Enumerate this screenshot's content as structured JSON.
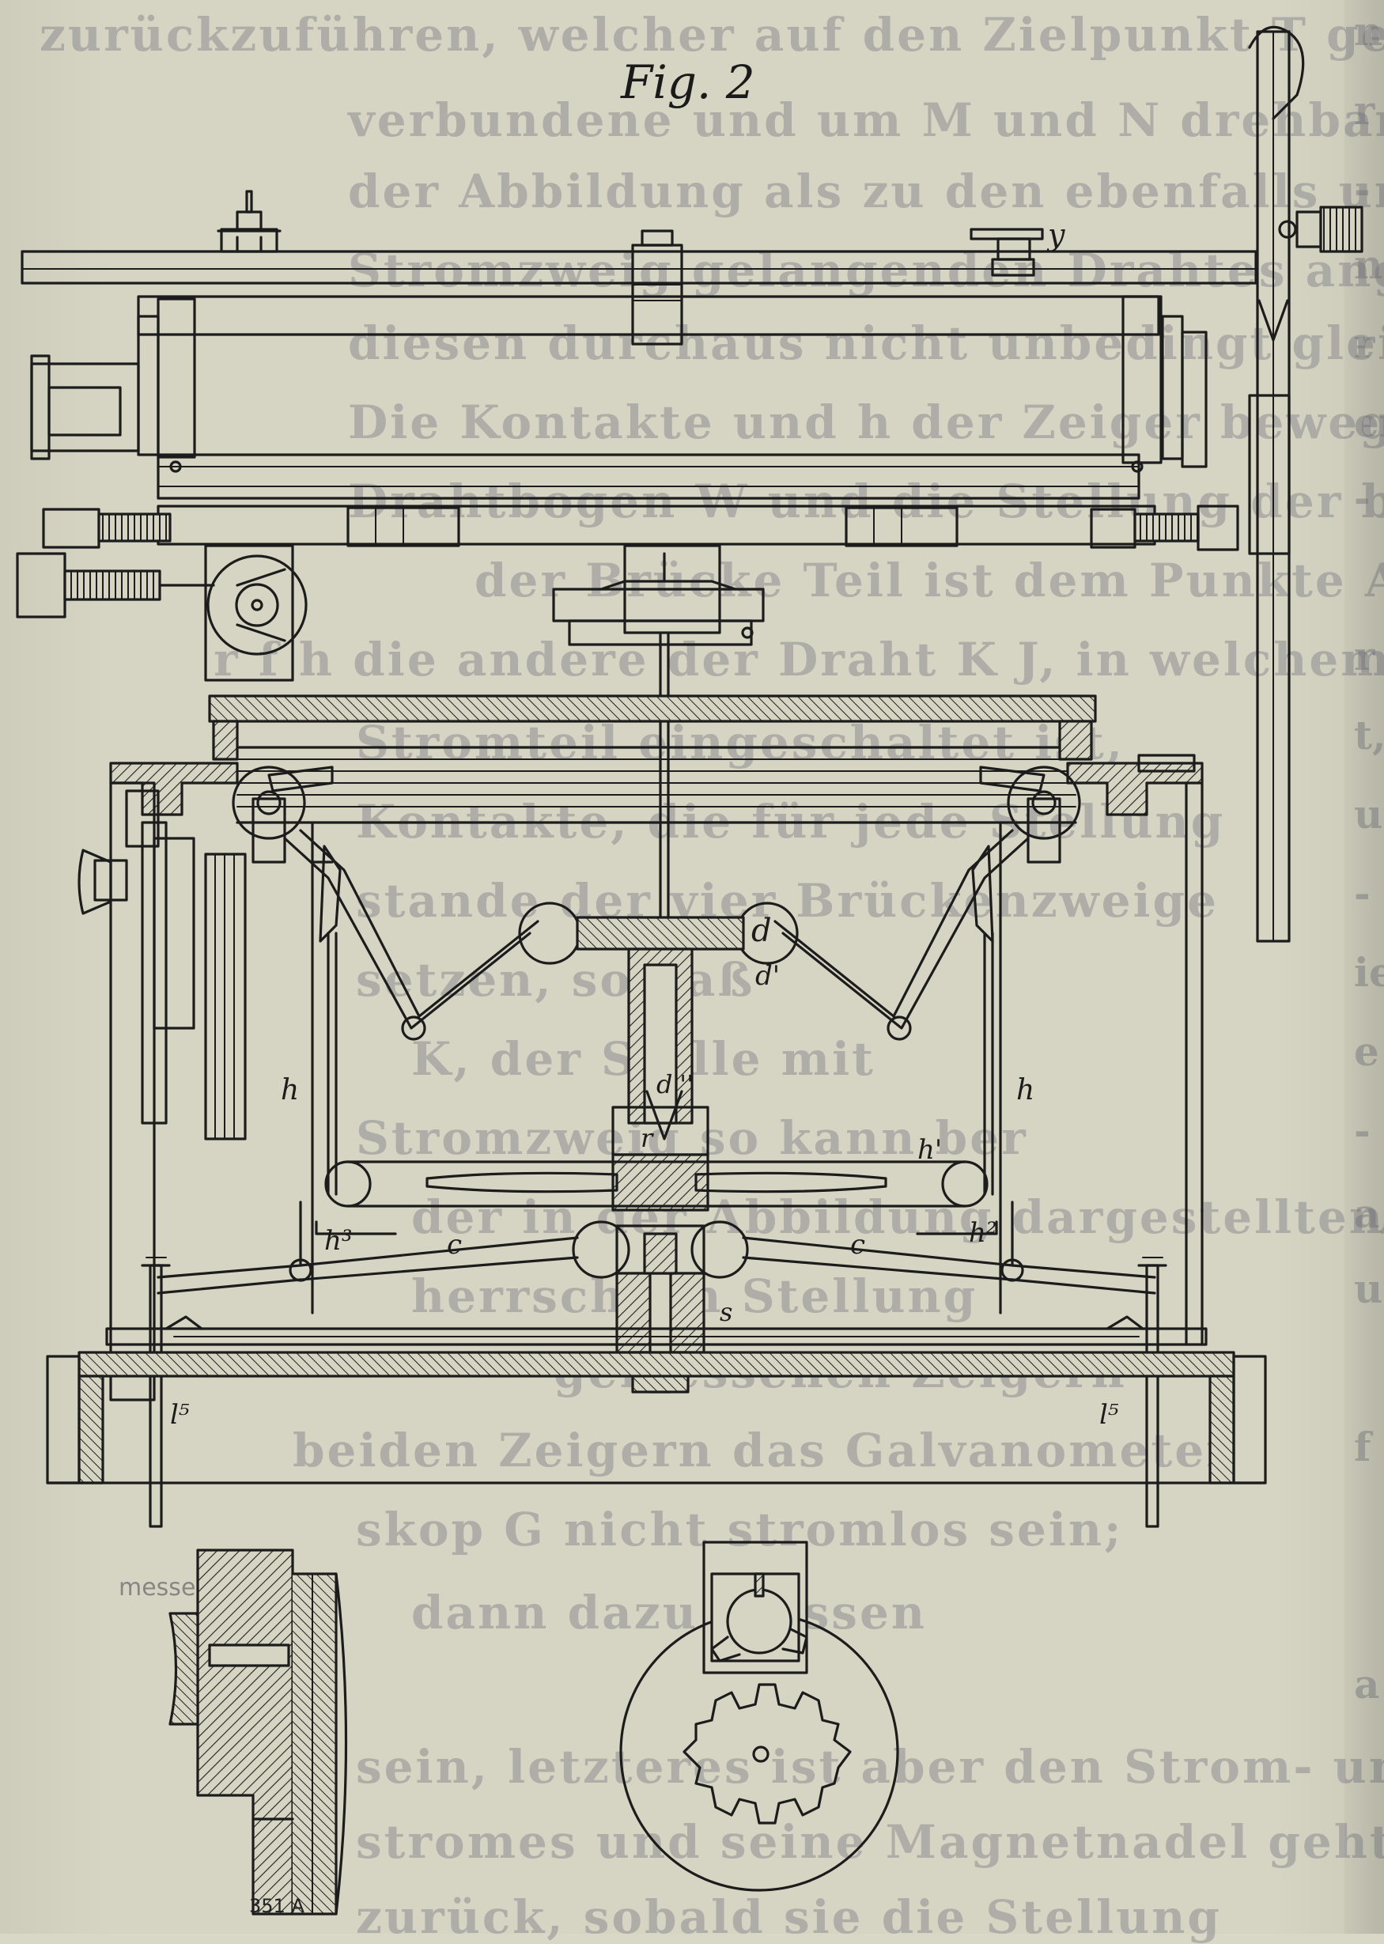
{
  "figure": {
    "title": "Fig. 2",
    "stamp": "351 A",
    "side_note": "messer"
  },
  "labels": {
    "y": "y",
    "d": "d",
    "d_prime": "d'",
    "d_triple": "d'''",
    "r": "r",
    "h_left": "h",
    "h_right": "h",
    "h1": "h'",
    "h3": "h³",
    "h2": "h²",
    "c_left": "c",
    "c_right": "c",
    "s": "s",
    "l5_left": "l⁵",
    "l5_right": "l⁵"
  },
  "ghost_text": [
    "zurückzuführen, welcher auf den Zielpunkt T gerich-",
    "verbundene und um M und N drehbare Zeiger",
    "der Abbildung als zu den ebenfalls um M und N",
    "Stromzweig gelangenden Drahtes angeordnet sind,",
    "diesen durchaus nicht unbedingt gleichgerichtet,",
    "Die Kontakte und h der Zeiger bewegen sich",
    "Drahtbogen W und die Stellung der beiden",
    "der Brücke Teil ist dem Punkte A",
    "r f h die andere der Draht K J, in welchem",
    "Stromteil eingeschaltet ist,",
    "Kontakte, die für jede Stellung",
    "stande der vier Brückenzweige",
    "setzen, so daß",
    "K, der Stelle mit",
    "Stromzweig so kann ber",
    "der in der Abbildung dargestellten",
    "herrscht in Stellung",
    "gemessenen Zeigern",
    "beiden Zeigern das Galvanometer",
    "skop G nicht stromlos sein;",
    "dann dazu müssen",
    "",
    "sein, letzteres ist aber den Strom- und",
    "stromes und seine Magnetnadel geht auf",
    "zurück, sobald sie die Stellung"
  ],
  "edge_chars": [
    "n",
    "r",
    "-",
    "n",
    "r",
    "er",
    "-",
    "",
    "r",
    "t,",
    "ur",
    "-",
    "ie",
    "e",
    "-",
    "a,",
    "ur",
    "",
    "f",
    "",
    "",
    "a",
    "",
    "",
    ""
  ]
}
